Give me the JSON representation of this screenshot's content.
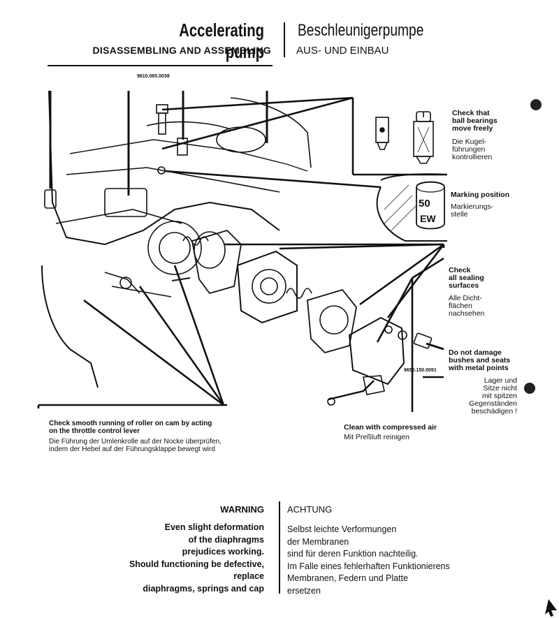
{
  "header": {
    "title_en": "Accelerating pump",
    "subtitle_en": "DISASSEMBLING AND ASSEMBLING",
    "title_de": "Beschleunigerpumpe",
    "subtitle_de": "AUS- UND EINBAU"
  },
  "part_numbers": {
    "top": "9610.065.0038",
    "bottom": "9650.150.0091"
  },
  "callouts": {
    "ball_bearings_en": [
      "Check that",
      "ball bearings",
      "move freely"
    ],
    "ball_bearings_de": [
      "Die Kugel-",
      "führungen",
      "kontrollieren"
    ],
    "marking_en": "Marking position",
    "marking_de": [
      "Markierungs-",
      "stelle"
    ],
    "marking_label_number": "50",
    "marking_label_code": "EW",
    "sealing_en": [
      "Check",
      "all sealing",
      "surfaces"
    ],
    "sealing_de": [
      "Alle Dicht-",
      "flächen",
      "nachsehen"
    ],
    "bushes_en": [
      "Do not damage",
      "bushes and seats",
      "with metal points"
    ],
    "bushes_de": [
      "Lager und",
      "Sitze nicht",
      "mit spitzen",
      "Gegenständen",
      "beschädigen !"
    ],
    "roller_en": [
      "Check smooth running of roller on cam by acting",
      "on the throttle control lever"
    ],
    "roller_de": [
      "Die Führung der Umlenkrolle auf der Nocke überprüfen,",
      "indem der Hebel auf der Führungsklappe bewegt wird"
    ],
    "compressed_air_en": "Clean with compressed air",
    "compressed_air_de": "Mit Preßluft reinigen"
  },
  "warning": {
    "heading_en": "WARNING",
    "heading_de": "ACHTUNG",
    "lines_en": [
      "Even slight deformation",
      "of the diaphragms",
      "prejudices working.",
      "Should functioning be defective,",
      "replace",
      "diaphragms, springs and cap"
    ],
    "lines_de": [
      "Selbst leichte Verformungen",
      "der Membranen",
      "sind für deren Funktion nachteilig.",
      "Im Falle eines fehlerhaften Funktionierens",
      "Membranen, Federn und Platte",
      "ersetzen"
    ]
  }
}
